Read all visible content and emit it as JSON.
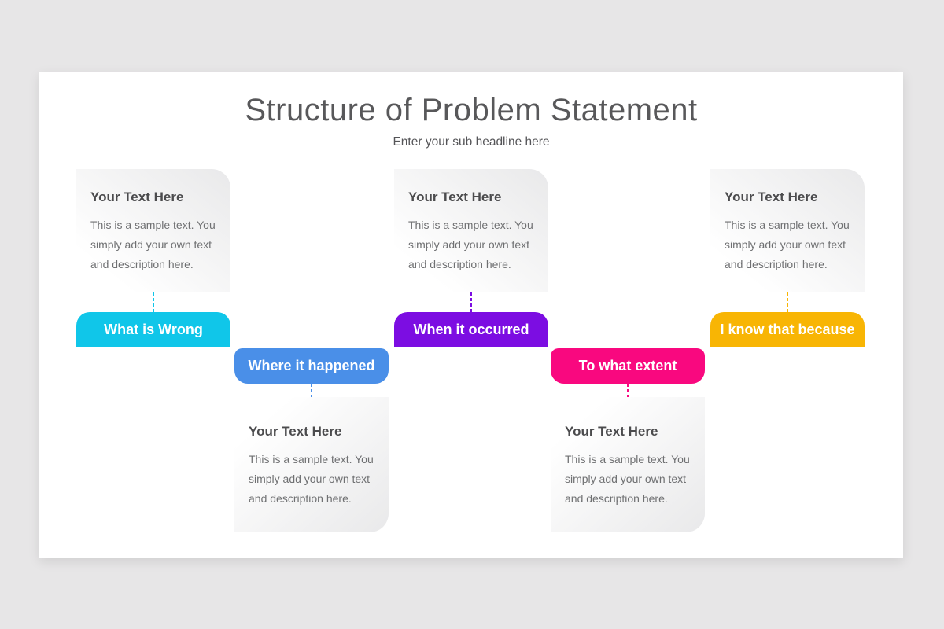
{
  "page": {
    "background_color": "#E7E6E7",
    "slide_background_color": "#FFFFFF"
  },
  "header": {
    "title": "Structure of Problem Statement",
    "subtitle": "Enter your sub headline here"
  },
  "card": {
    "title": "Your Text Here",
    "body_lines": [
      "This is a sample text. You",
      "simply add your own text",
      "and description here."
    ]
  },
  "steps": [
    {
      "label": "What is Wrong",
      "color": "#10C6E9",
      "row": "top"
    },
    {
      "label": "Where it happened",
      "color": "#4A8FE8",
      "row": "bottom"
    },
    {
      "label": "When it occurred",
      "color": "#7C0DE2",
      "row": "top"
    },
    {
      "label": "To what extent",
      "color": "#F9087F",
      "row": "bottom"
    },
    {
      "label": "I know that because",
      "color": "#F8B504",
      "row": "top"
    }
  ]
}
